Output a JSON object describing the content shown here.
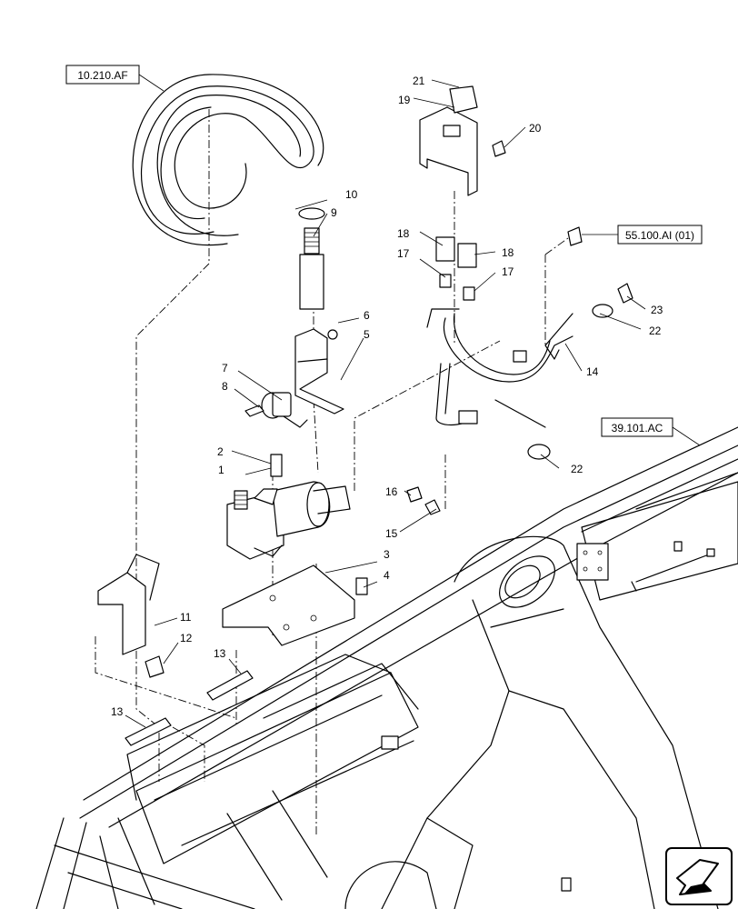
{
  "references": {
    "r1": "10.210.AF",
    "r2": "55.100.AI (01)",
    "r3": "39.101.AC"
  },
  "callouts": {
    "c1": "1",
    "c2": "2",
    "c3": "3",
    "c4": "4",
    "c5": "5",
    "c6": "6",
    "c7": "7",
    "c8": "8",
    "c9": "9",
    "c10": "10",
    "c11": "11",
    "c12": "12",
    "c13a": "13",
    "c13b": "13",
    "c14": "14",
    "c15": "15",
    "c16": "16",
    "c17a": "17",
    "c17b": "17",
    "c18a": "18",
    "c18b": "18",
    "c19": "19",
    "c20": "20",
    "c21": "21",
    "c22a": "22",
    "c22b": "22",
    "c23": "23"
  },
  "icons": {
    "navigation": "arrow-nav-icon"
  }
}
